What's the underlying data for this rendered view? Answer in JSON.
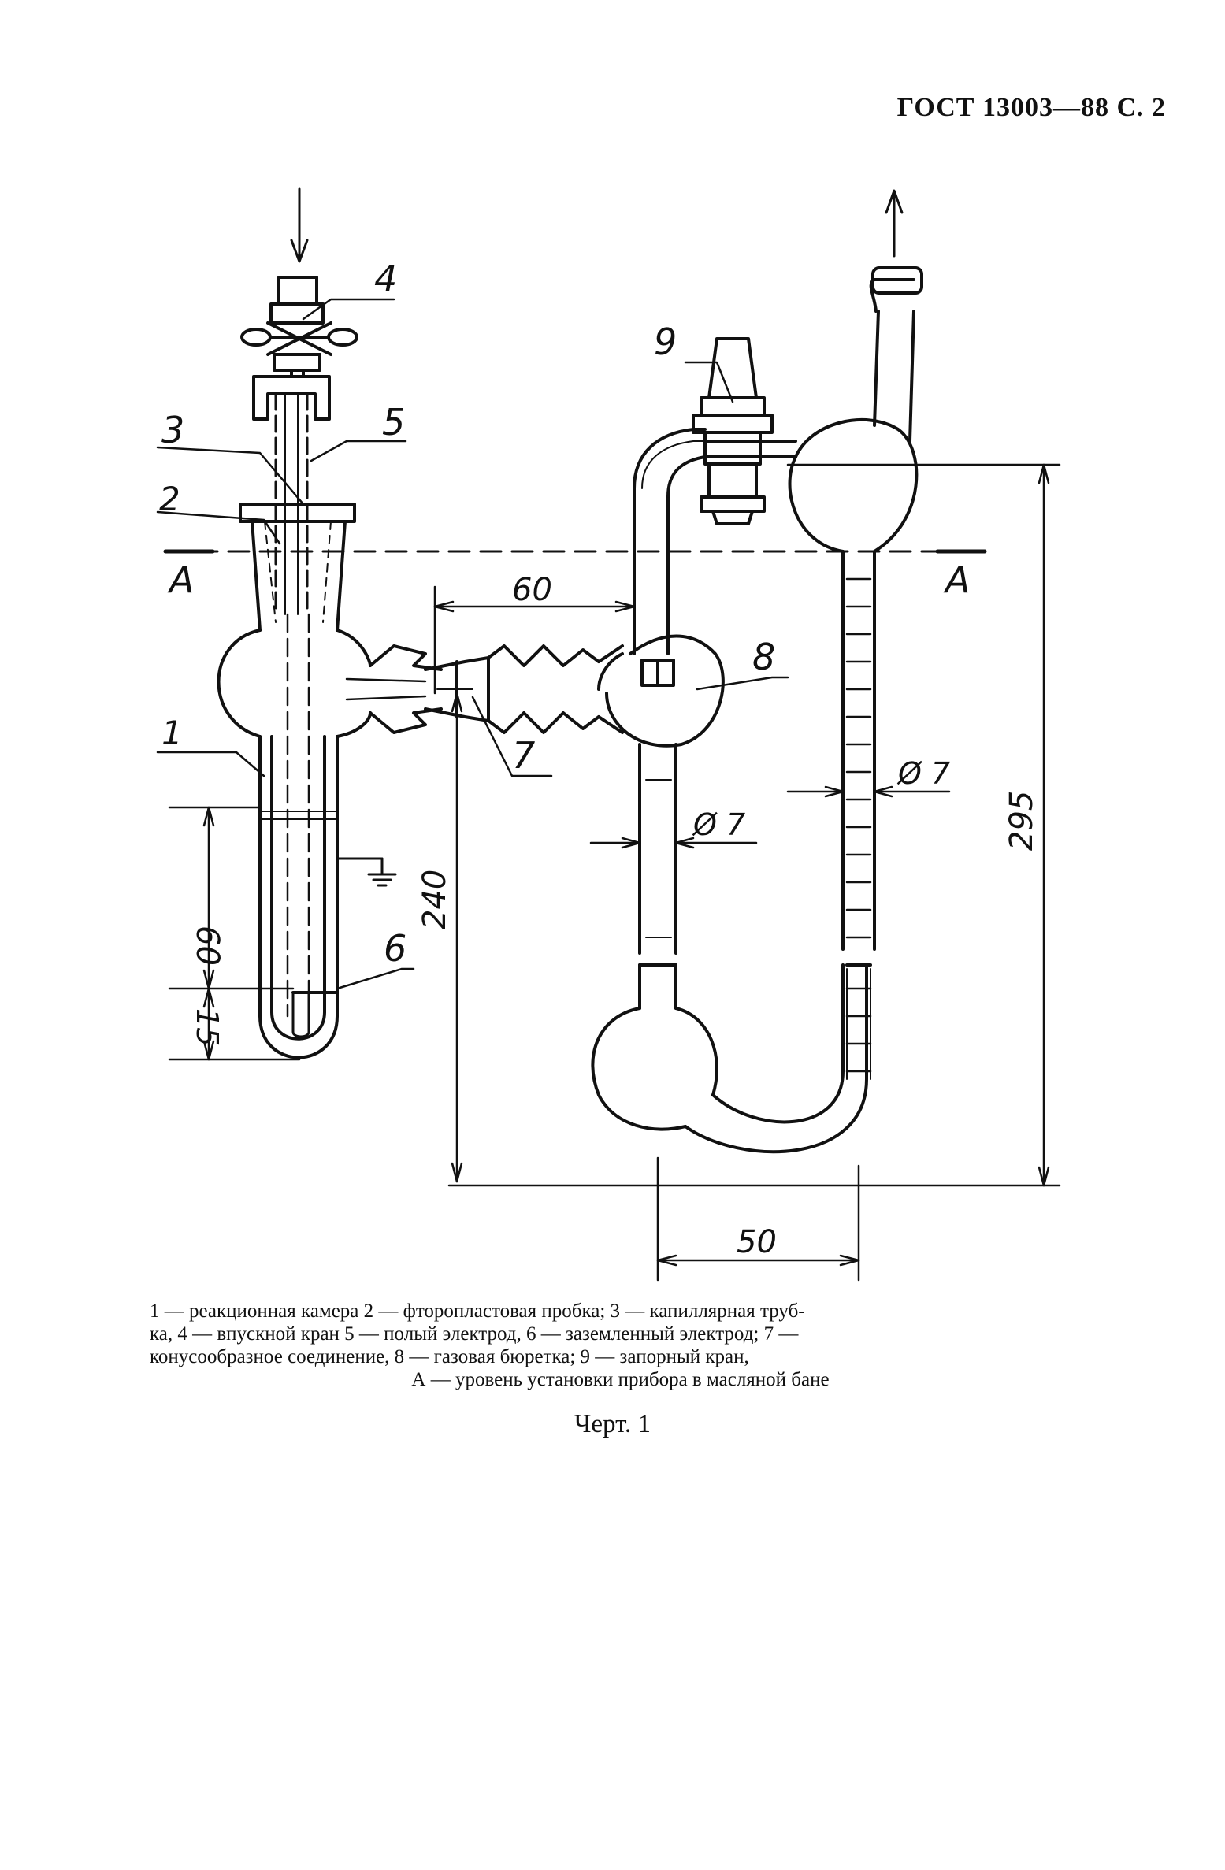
{
  "header": {
    "text": "ГОСТ 13003—88 С. 2"
  },
  "labels": {
    "l1": "1",
    "l2": "2",
    "l3": "3",
    "l4": "4",
    "l5": "5",
    "l6": "6",
    "l7": "7",
    "l8": "8",
    "l9": "9",
    "lA_left": "A",
    "lA_right": "A"
  },
  "dimensions": {
    "d60_top": "60",
    "d60_left": "60",
    "d15": "15",
    "d240": "240",
    "d295": "295",
    "d50": "50",
    "dia7_right": "Ø 7",
    "dia7_left": "Ø 7"
  },
  "caption": {
    "line1": "1 — реакционная камера 2 — фторопластовая пробка; 3 — капиллярная труб-",
    "line2": "ка, 4 — впускной кран 5 — полый электрод, 6 — заземленный электрод; 7 —",
    "line3": "конусообразное соединение, 8 — газовая бюретка; 9 — запорный кран,",
    "line4": "А — уровень установки прибора в масляной бане"
  },
  "figure_title": "Черт. 1"
}
